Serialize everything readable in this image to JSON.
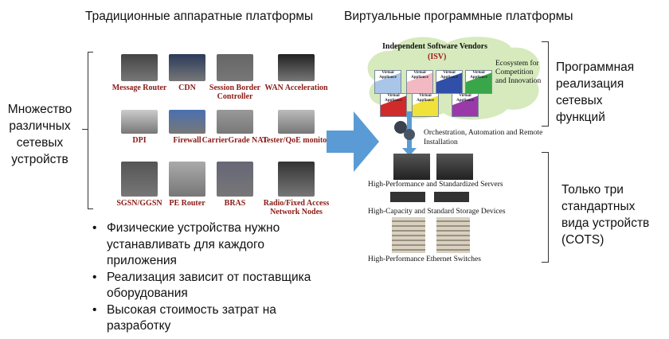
{
  "left": {
    "title": "Традиционные аппаратные платформы",
    "side_label": [
      "Множество",
      "различных",
      "сетевых",
      "устройств"
    ],
    "devices": [
      {
        "label": "Message Router"
      },
      {
        "label": "CDN"
      },
      {
        "label": "Session Border Controller"
      },
      {
        "label": "WAN Acceleration"
      },
      {
        "label": "DPI"
      },
      {
        "label": "Firewall"
      },
      {
        "label": "CarrierGrade NAT"
      },
      {
        "label": "Tester/QoE monitor"
      },
      {
        "label": "SGSN/GGSN"
      },
      {
        "label": "PE Router"
      },
      {
        "label": "BRAS"
      },
      {
        "label": "Radio/Fixed Access Network Nodes"
      }
    ],
    "bullets": [
      "Физические устройства нужно устанавливать для каждого приложения",
      "Реализация зависит от поставщика оборудования",
      "Высокая стоимость затрат на разработку"
    ]
  },
  "right": {
    "title": "Виртуальные программные платформы",
    "cloud_title": "Independent Software Vendors",
    "cloud_sub": "(ISV)",
    "ecosystem": "Ecosystem for Competition and Innovation",
    "appliance_label": "Virtual Appliance",
    "appliance_colors": [
      "#a9c6e8",
      "#f2b9c2",
      "#2f4fa8",
      "#3aa64a",
      "#d02a2a",
      "#f0e23a",
      "#9a3aa8"
    ],
    "orchestration": "Orchestration, Automation and Remote Installation",
    "servers": "High-Performance and Standardized Servers",
    "storage": "High-Capacity and Standard Storage Devices",
    "switches": "High-Performance Ethernet Switches",
    "label_top": [
      "Программная",
      "реализация",
      "сетевых",
      "функций"
    ],
    "label_bottom": [
      "Только три",
      "стандартных",
      "вида устройств",
      "(COTS)"
    ]
  },
  "colors": {
    "arrow": "#5b9bd5",
    "cloud": "#d6eabd",
    "device_label": "#8a1b16"
  }
}
